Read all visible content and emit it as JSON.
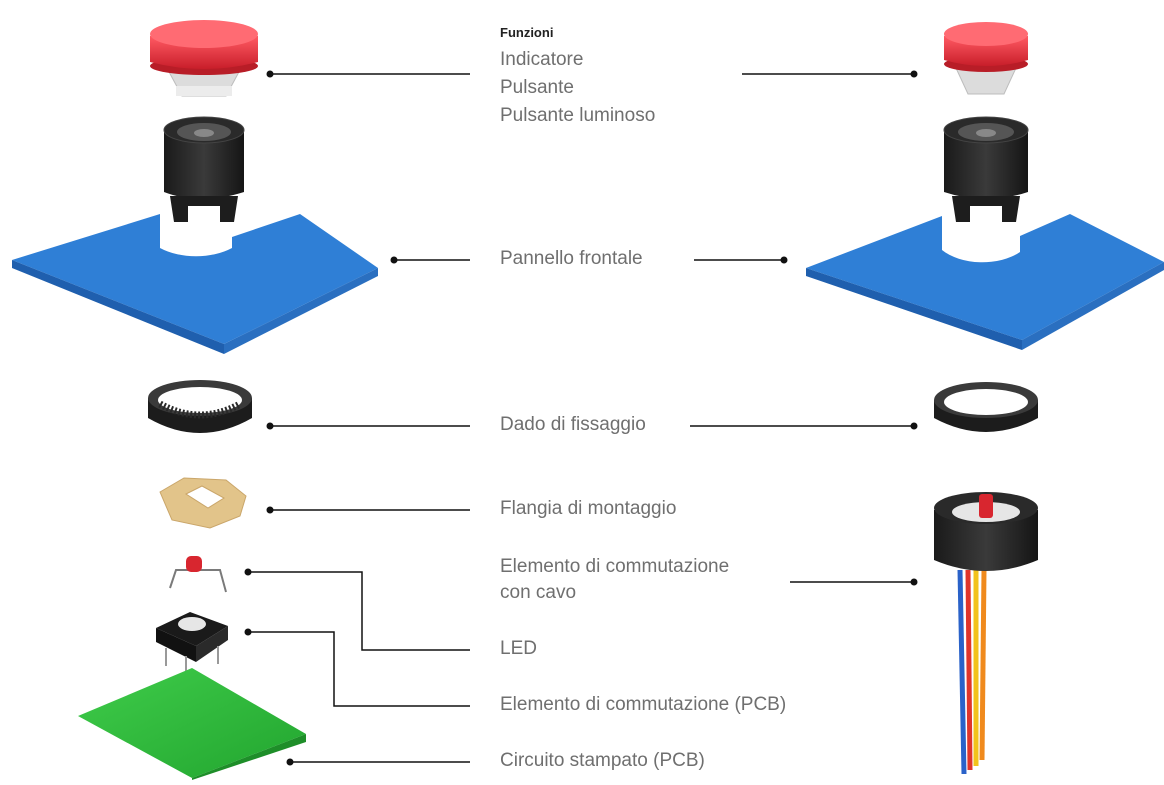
{
  "functions": {
    "heading": "Funzioni",
    "items": [
      "Indicatore",
      "Pulsante",
      "Pulsante luminoso"
    ]
  },
  "labels": {
    "front_panel": "Pannello frontale",
    "fixing_nut": "Dado di fissaggio",
    "mounting_flange": "Flangia di montaggio",
    "switch_cable_line1": "Elemento di commutazione",
    "switch_cable_line2": "con cavo",
    "led": "LED",
    "switch_pcb": "Elemento di commutazione (PCB)",
    "pcb": "Circuito stampato (PCB)"
  },
  "colors": {
    "button_red": "#e8323c",
    "panel_blue": "#2f7fd6",
    "pcb_green": "#2db53a",
    "housing_black": "#222222",
    "flange_tan": "#e2c48a",
    "wire_yellow": "#f2c21b",
    "wire_red": "#e0352b",
    "wire_blue": "#2a62c9",
    "wire_orange": "#f08a1d"
  }
}
